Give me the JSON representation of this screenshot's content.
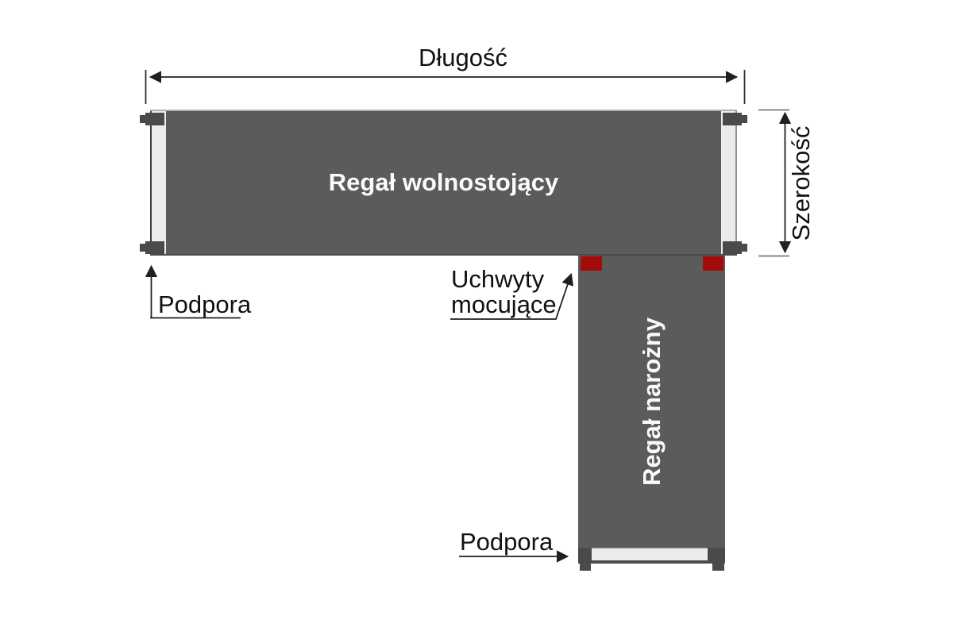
{
  "labels": {
    "length_dimension": "Długość",
    "width_dimension": "Szerokość",
    "freestanding_shelf": "Regał wolnostojący",
    "corner_shelf": "Regał narożny",
    "mounting_brackets": [
      "Uchwyty",
      "mocujące"
    ],
    "support_left": "Podpora",
    "support_bottom": "Podpora"
  },
  "colors": {
    "shelf_body": "#5b5b59",
    "post": "#4a4a48",
    "support_plate": "#ececec",
    "bracket_red": "#a40c0c",
    "line": "#1f1f1f",
    "label_text": "#111111",
    "shelf_label_text": "#fafaf8"
  }
}
